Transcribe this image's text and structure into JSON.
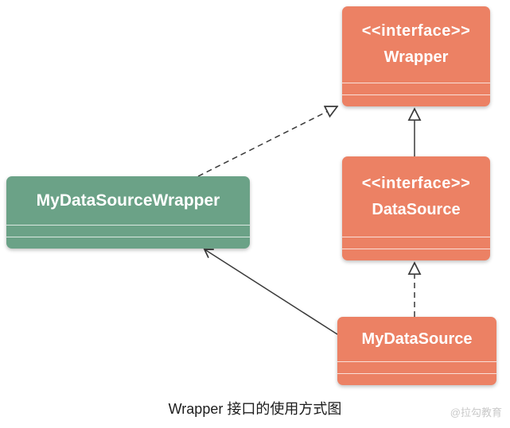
{
  "nodes": {
    "wrapper": {
      "stereotype": "<<interface>>",
      "name": "Wrapper"
    },
    "datasource": {
      "stereotype": "<<interface>>",
      "name": "DataSource"
    },
    "mydatasourcewrapper": {
      "name": "MyDataSourceWrapper"
    },
    "mydatasource": {
      "name": "MyDataSource"
    }
  },
  "edges": [
    {
      "from": "MyDataSourceWrapper",
      "to": "Wrapper",
      "type": "realization",
      "line": "dashed",
      "arrowhead": "hollow-triangle"
    },
    {
      "from": "DataSource",
      "to": "Wrapper",
      "type": "generalization",
      "line": "solid",
      "arrowhead": "hollow-triangle"
    },
    {
      "from": "MyDataSource",
      "to": "DataSource",
      "type": "realization",
      "line": "dashed",
      "arrowhead": "hollow-triangle"
    },
    {
      "from": "MyDataSource",
      "to": "MyDataSourceWrapper",
      "type": "association",
      "line": "solid",
      "arrowhead": "open-vee"
    }
  ],
  "caption": "Wrapper 接口的使用方式图",
  "watermark": "@拉勾教育",
  "colors": {
    "interface_fill": "#EC8164",
    "class_fill": "#6BA287",
    "connector": "#3A3A3A",
    "text": "#FFFFFF"
  }
}
